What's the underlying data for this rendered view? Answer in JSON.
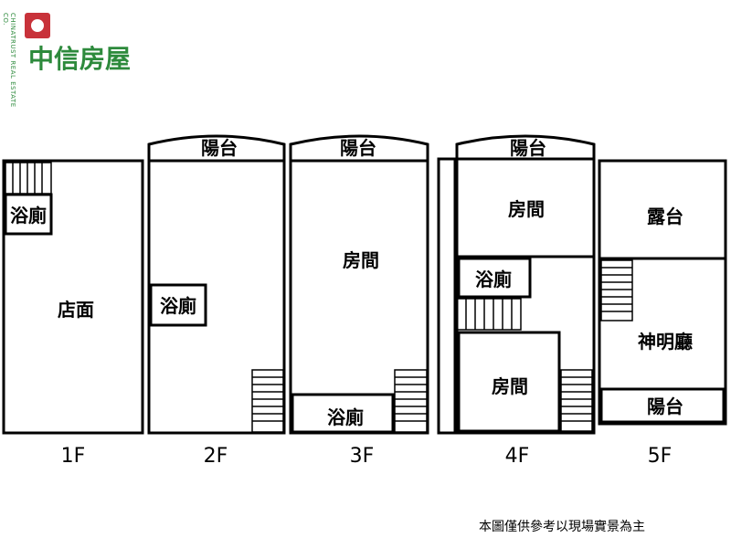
{
  "logo": {
    "chinese": "中信房屋",
    "english": "CHINATRUST REAL ESTATE CO.",
    "brand_color": "#2d8a3c",
    "mark_color": "#c8323a"
  },
  "floors": [
    {
      "label": "1F",
      "rooms": [
        "浴廁",
        "店面"
      ]
    },
    {
      "label": "2F",
      "rooms": [
        "陽台",
        "浴廁"
      ]
    },
    {
      "label": "3F",
      "rooms": [
        "陽台",
        "房間",
        "浴廁"
      ]
    },
    {
      "label": "4F",
      "rooms": [
        "陽台",
        "房間",
        "浴廁",
        "房間"
      ]
    },
    {
      "label": "5F",
      "rooms": [
        "露台",
        "神明廳",
        "陽台"
      ]
    }
  ],
  "disclaimer": "本圖僅供參考以現場實景為主"
}
